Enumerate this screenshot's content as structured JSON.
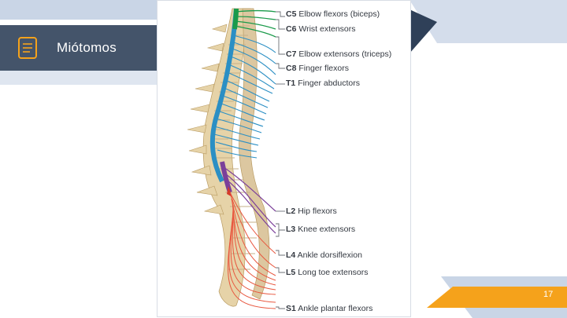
{
  "slide": {
    "title": "Miótomos",
    "page_number": "17",
    "icon": "document-icon"
  },
  "colors": {
    "title_bar": "#44546a",
    "accent_orange": "#f5a21b",
    "light_blue": "#c9d5e6",
    "dark_navy": "#2f4058",
    "cervical_nerve": "#1a9a4a",
    "thoracic_nerve": "#2b8fc4",
    "lumbar_nerve": "#7b3f9a",
    "sacral_nerve": "#e8553d"
  },
  "myotomes": [
    {
      "level": "C5",
      "text": "Elbow flexors (biceps)"
    },
    {
      "level": "C6",
      "text": "Wrist extensors"
    },
    {
      "level": "C7",
      "text": "Elbow extensors (triceps)"
    },
    {
      "level": "C8",
      "text": "Finger flexors"
    },
    {
      "level": "T1",
      "text": "Finger abductors"
    },
    {
      "level": "L2",
      "text": "Hip flexors"
    },
    {
      "level": "L3",
      "text": "Knee extensors"
    },
    {
      "level": "L4",
      "text": "Ankle dorsiflexion"
    },
    {
      "level": "L5",
      "text": "Long toe extensors"
    },
    {
      "level": "S1",
      "text": "Ankle plantar flexors"
    }
  ]
}
